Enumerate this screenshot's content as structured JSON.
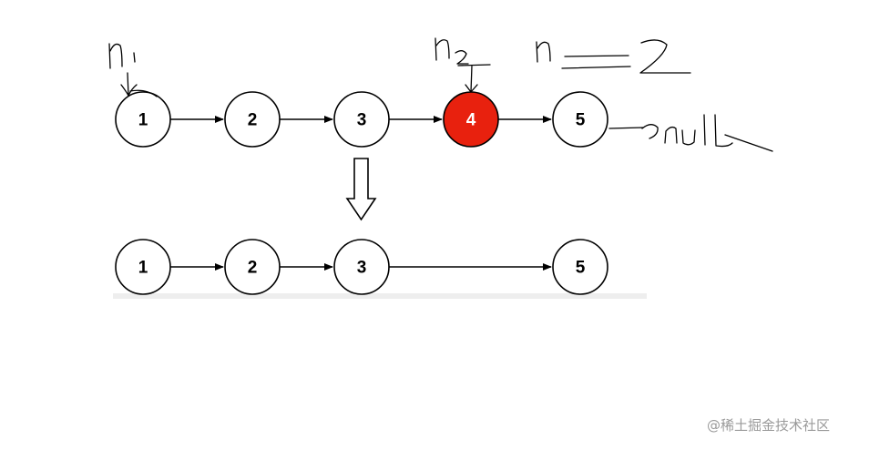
{
  "colors": {
    "node_fill": "#ffffff",
    "highlight_fill": "#e8210e",
    "highlight_text": "#ffffff",
    "text": "#000000"
  },
  "before_list": {
    "nodes": [
      {
        "value": "1",
        "highlighted": false
      },
      {
        "value": "2",
        "highlighted": false
      },
      {
        "value": "3",
        "highlighted": false
      },
      {
        "value": "4",
        "highlighted": true
      },
      {
        "value": "5",
        "highlighted": false
      }
    ]
  },
  "after_list": {
    "nodes": [
      {
        "value": "1"
      },
      {
        "value": "2"
      },
      {
        "value": "3"
      },
      {
        "value": "5"
      }
    ]
  },
  "annotations": {
    "pointer_1": "n1",
    "pointer_2": "n2",
    "param": "n = 2",
    "tail": "null"
  },
  "transform_arrow_icon": "hollow-down-arrow-icon",
  "watermark": "@稀土掘金技术社区"
}
